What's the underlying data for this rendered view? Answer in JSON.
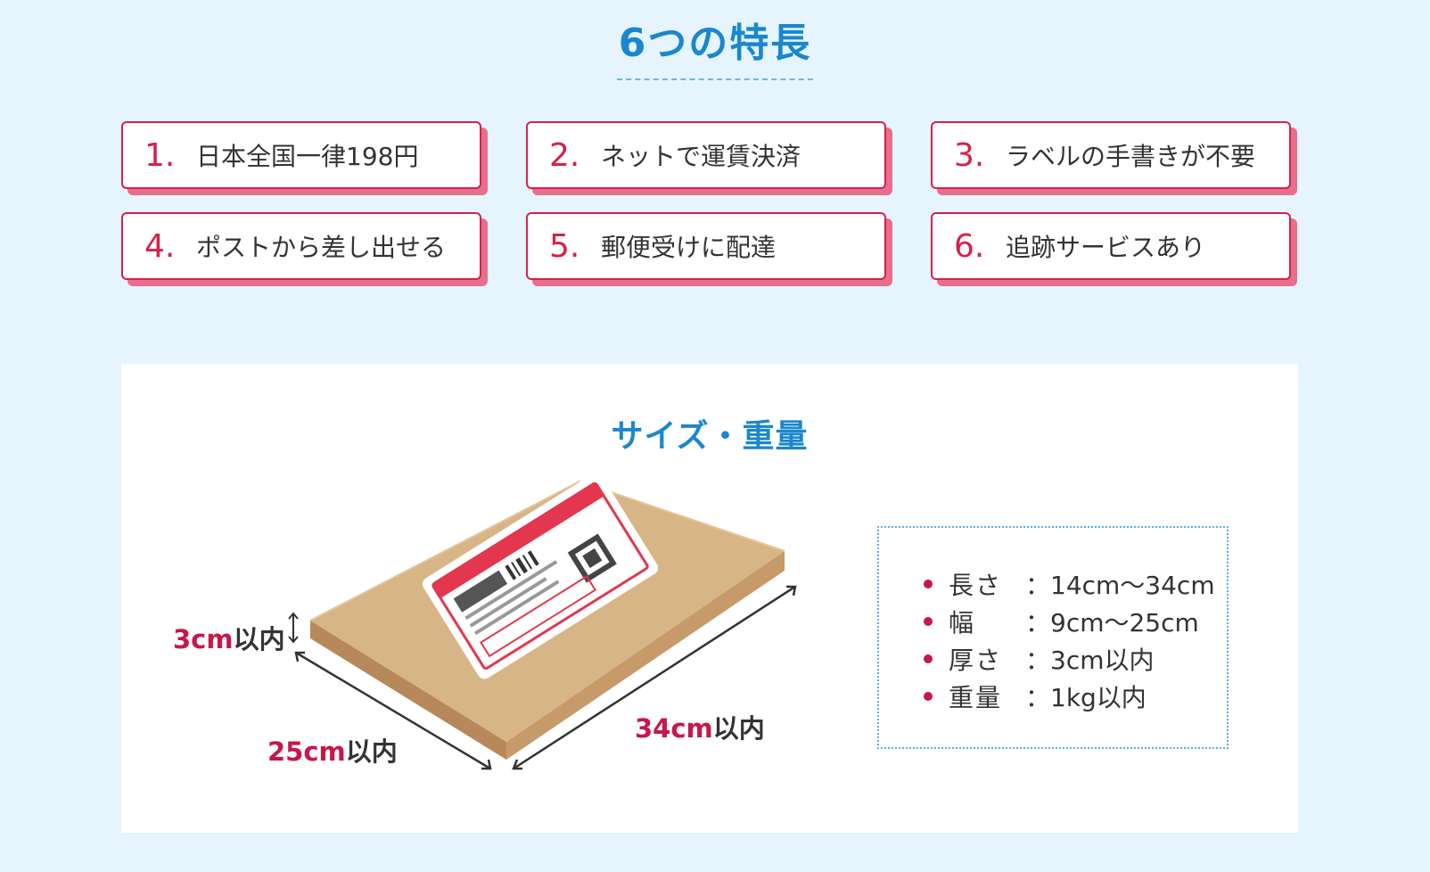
{
  "features_section": {
    "title": "6つの特長",
    "items": [
      {
        "number": "1.",
        "label": "日本全国一律198円"
      },
      {
        "number": "2.",
        "label": "ネットで運賃決済"
      },
      {
        "number": "3.",
        "label": "ラベルの手書きが不要"
      },
      {
        "number": "4.",
        "label": "ポストから差し出せる"
      },
      {
        "number": "5.",
        "label": "郵便受けに配達"
      },
      {
        "number": "6.",
        "label": "追跡サービスあり"
      }
    ]
  },
  "size_section": {
    "title": "サイズ・重量",
    "dimensions": {
      "thickness": {
        "value": "3cm",
        "suffix": "以内"
      },
      "width": {
        "value": "25cm",
        "suffix": "以内"
      },
      "length": {
        "value": "34cm",
        "suffix": "以内"
      }
    },
    "specs": [
      {
        "key": "長さ",
        "value": "：14cm〜34cm"
      },
      {
        "key": "幅",
        "value": "：9cm〜25cm"
      },
      {
        "key": "厚さ",
        "value": "：3cm以内"
      },
      {
        "key": "重量",
        "value": "：1kg以内"
      }
    ]
  },
  "colors": {
    "background": "#e5f4fd",
    "title_blue": "#1a87cf",
    "accent_red": "#d8204a",
    "box_cardboard": "#d8b587"
  },
  "icons": {
    "package": "cardboard-package-illustration",
    "label": "shipping-label-illustration"
  }
}
